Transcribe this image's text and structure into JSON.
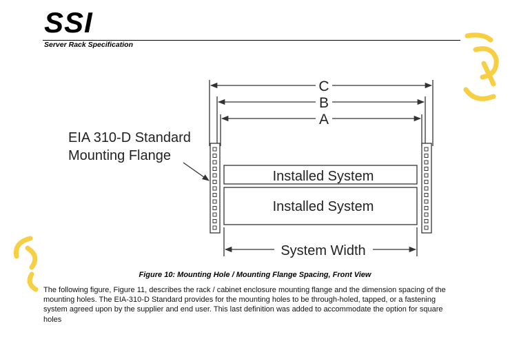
{
  "header": {
    "logo": "SSI",
    "subtitle": "Server Rack Specification"
  },
  "figure": {
    "dimension_labels": [
      "C",
      "B",
      "A"
    ],
    "flange_label_line1": "EIA 310-D Standard",
    "flange_label_line2": "Mounting Flange",
    "systems": [
      "Installed System",
      "Installed System"
    ],
    "width_label": "System Width"
  },
  "caption": "Figure 10:  Mounting Hole / Mounting Flange Spacing, Front View",
  "paragraph": "The following figure, Figure 11, describes the rack / cabinet enclosure mounting flange and the dimension spacing of the mounting holes.  The EIA-310-D Standard provides for the mounting holes to be through-holed, tapped, or a fastening system agreed upon by the supplier and end user.  This last definition was added to accommodate the option for square holes",
  "colors": {
    "watermark": "#f7cf45",
    "line": "#333333"
  }
}
